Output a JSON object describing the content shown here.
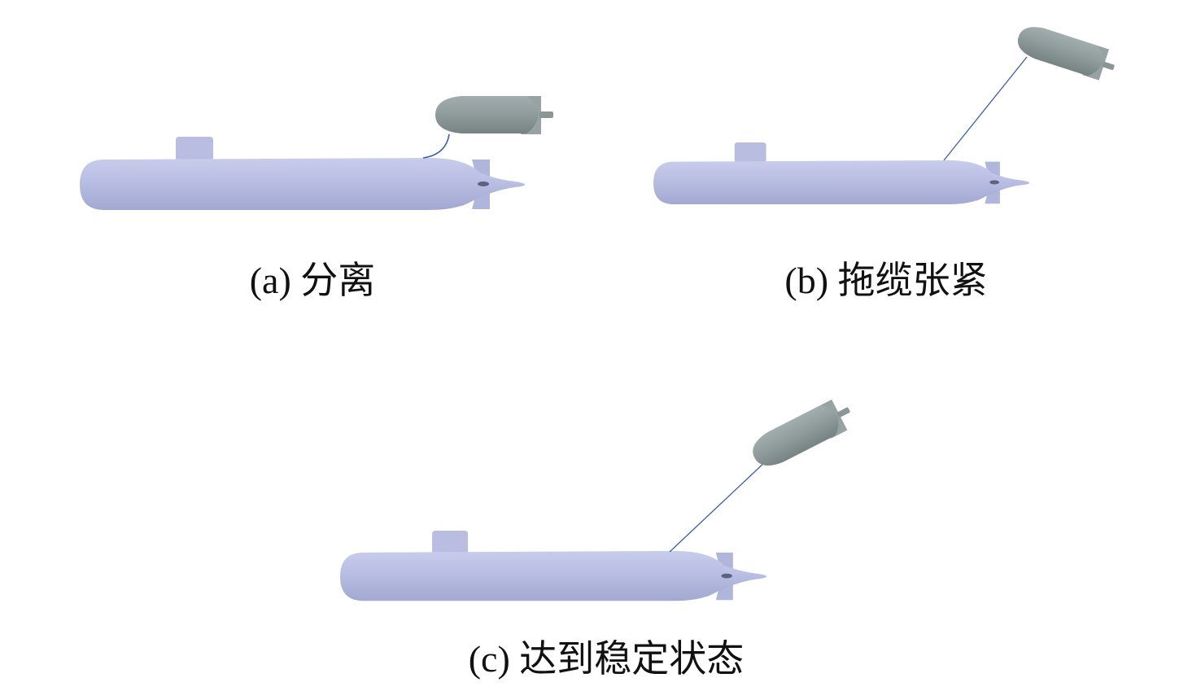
{
  "panels": [
    {
      "label": "(a) 分离"
    },
    {
      "label": "(b) 拖缆张紧"
    },
    {
      "label": "(c) 达到稳定状态"
    }
  ],
  "colors": {
    "hull": "#b4b9df",
    "towed_body": "#8f9c9c",
    "cable": "#3a5db0"
  }
}
